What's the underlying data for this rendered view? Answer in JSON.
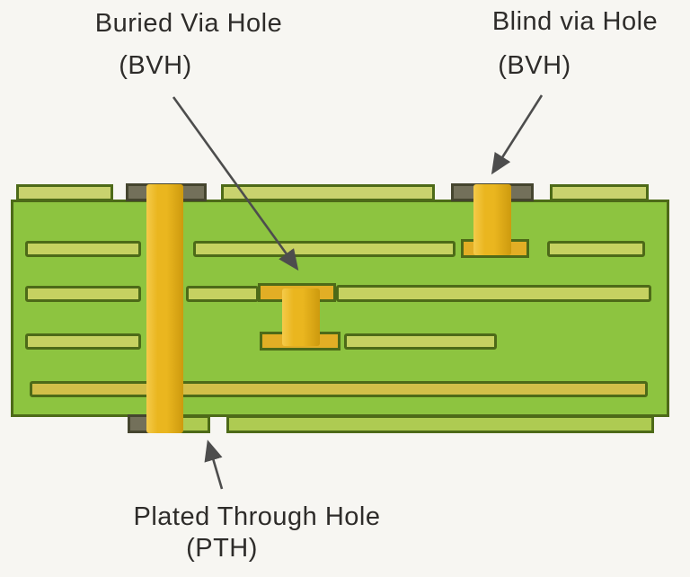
{
  "labels": {
    "buried": {
      "line1": "Buried Via Hole",
      "line2": "(BVH)"
    },
    "blind": {
      "line1": "Blind via Hole",
      "line2": "(BVH)"
    },
    "pth": {
      "line1": "Plated Through Hole",
      "line2": "(PTH)"
    }
  },
  "colors": {
    "background": "#f7f6f2",
    "board-green": "#8dc440",
    "board-outline": "#4d6a18",
    "copper-light": "#c6d161",
    "pad-light": "#c9d26e",
    "pad-bottom": "#aecb52",
    "trace-yellow": "#d2bf49",
    "via-gold": "#eab61f",
    "via-gold-dark": "#cd9a0e",
    "gold-pad": "#e2ae25",
    "notch-dark": "#73705a",
    "notch-outline": "#45452f",
    "arrow-gray": "#4d4d4d",
    "text-dark": "#2e2c2a"
  }
}
